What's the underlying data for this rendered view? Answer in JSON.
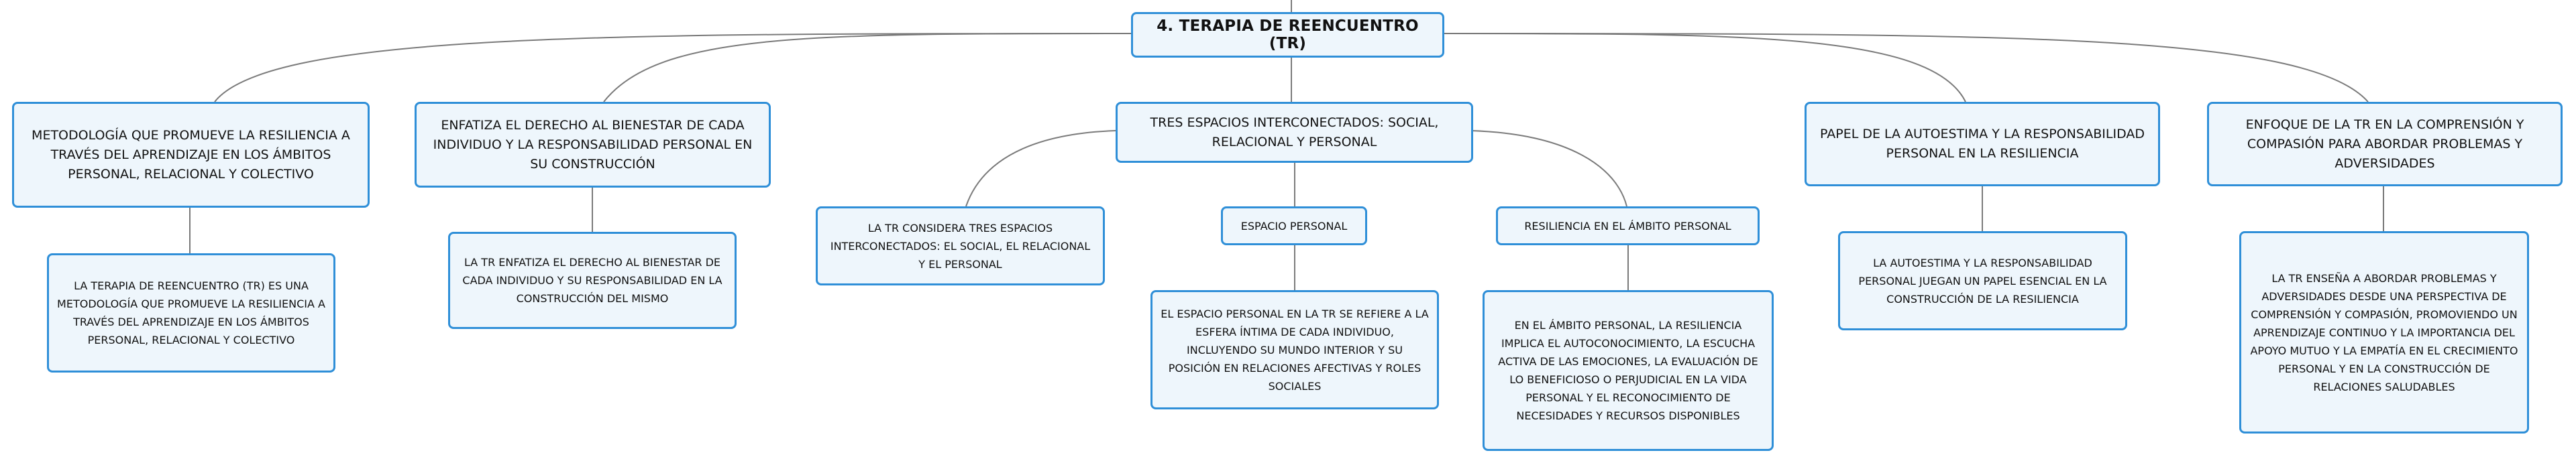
{
  "root": {
    "label": "4. TERAPIA DE REENCUENTRO (TR)"
  },
  "branches": [
    {
      "label": "METODOLOGÍA QUE PROMUEVE LA RESILIENCIA A TRAVÉS DEL APRENDIZAJE EN LOS ÁMBITOS PERSONAL, RELACIONAL Y COLECTIVO",
      "children": [
        "LA TERAPIA DE REENCUENTRO (TR) ES UNA METODOLOGÍA QUE PROMUEVE LA RESILIENCIA A TRAVÉS DEL APRENDIZAJE EN LOS ÁMBITOS PERSONAL, RELACIONAL Y COLECTIVO"
      ]
    },
    {
      "label": "ENFATIZA EL DERECHO AL BIENESTAR DE CADA INDIVIDUO Y LA RESPONSABILIDAD PERSONAL EN SU CONSTRUCCIÓN",
      "children": [
        "LA TR ENFATIZA EL DERECHO AL BIENESTAR DE CADA INDIVIDUO Y SU RESPONSABILIDAD EN LA CONSTRUCCIÓN DEL MISMO"
      ]
    },
    {
      "label": "TRES ESPACIOS INTERCONECTADOS: SOCIAL, RELACIONAL Y PERSONAL",
      "children": [
        "LA TR CONSIDERA TRES ESPACIOS INTERCONECTADOS: EL SOCIAL, EL RELACIONAL Y EL PERSONAL",
        "ESPACIO PERSONAL",
        "RESILIENCIA EN EL ÁMBITO PERSONAL"
      ],
      "grandchildren": [
        "EL ESPACIO PERSONAL EN LA TR SE REFIERE A LA ESFERA ÍNTIMA DE CADA INDIVIDUO, INCLUYENDO SU MUNDO INTERIOR Y SU POSICIÓN EN RELACIONES AFECTIVAS Y ROLES SOCIALES",
        "EN EL ÁMBITO PERSONAL, LA RESILIENCIA IMPLICA EL AUTOCONOCIMIENTO, LA ESCUCHA ACTIVA DE LAS EMOCIONES, LA EVALUACIÓN DE LO BENEFICIOSO O PERJUDICIAL EN LA VIDA PERSONAL Y EL RECONOCIMIENTO DE NECESIDADES Y RECURSOS DISPONIBLES"
      ]
    },
    {
      "label": "PAPEL DE LA AUTOESTIMA Y LA RESPONSABILIDAD PERSONAL EN LA RESILIENCIA",
      "children": [
        "LA AUTOESTIMA Y LA RESPONSABILIDAD PERSONAL JUEGAN UN PAPEL ESENCIAL EN LA CONSTRUCCIÓN DE LA RESILIENCIA"
      ]
    },
    {
      "label": "ENFOQUE DE LA TR EN LA COMPRENSIÓN Y COMPASIÓN PARA ABORDAR PROBLEMAS Y ADVERSIDADES",
      "children": [
        "LA TR ENSEÑA A ABORDAR PROBLEMAS Y ADVERSIDADES DESDE UNA PERSPECTIVA DE COMPRENSIÓN Y COMPASIÓN, PROMOVIENDO UN APRENDIZAJE CONTINUO Y LA IMPORTANCIA DEL APOYO MUTUO Y LA EMPATÍA EN EL CRECIMIENTO PERSONAL Y EN LA CONSTRUCCIÓN DE RELACIONES SALUDABLES"
      ]
    }
  ],
  "colors": {
    "border": "#2f8fd8",
    "fill": "#eef6fc",
    "line": "#7a7a7a",
    "text": "#111111"
  }
}
